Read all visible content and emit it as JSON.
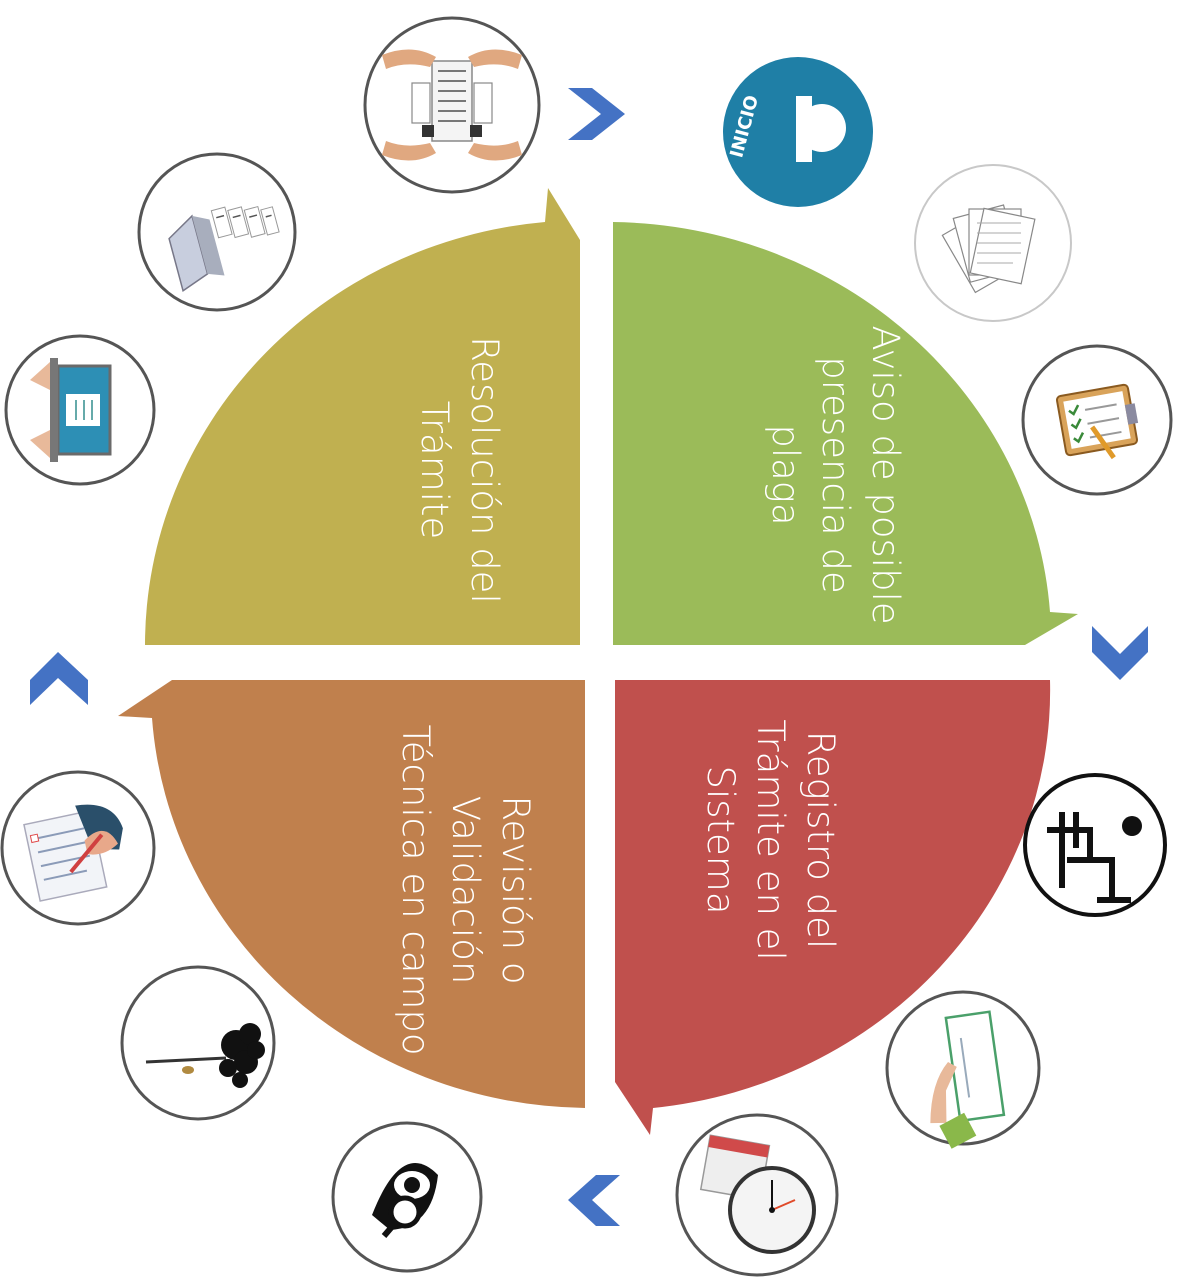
{
  "diagram": {
    "quadrants": [
      {
        "id": "aviso",
        "lines": [
          "Aviso de posible",
          "presencia de",
          "plaga"
        ],
        "color": "#9bbb59"
      },
      {
        "id": "registro",
        "lines": [
          "Registro del",
          "Trámite en el",
          "Sistema"
        ],
        "color": "#c0504d"
      },
      {
        "id": "revision",
        "lines": [
          "Revisión o",
          "Validación",
          "Técnica en campo"
        ],
        "color": "#c0804d"
      },
      {
        "id": "resolucion",
        "lines": [
          "Resolución del",
          "Trámite"
        ],
        "color": "#c0b050"
      }
    ],
    "start_badge": {
      "text": "INICIO",
      "color": "#1f7fa6"
    },
    "chevron_color": "#4472c4",
    "icons": [
      "start-icon",
      "documents-fan-icon",
      "clipboard-checklist-icon",
      "person-at-desk-icon",
      "hand-holding-card-icon",
      "calendar-clock-icon",
      "magnifier-eye-icon",
      "tree-branch-icon",
      "hand-writing-form-icon",
      "laptop-document-icon",
      "printer-output-icon",
      "hands-exchanging-documents-icon"
    ]
  }
}
